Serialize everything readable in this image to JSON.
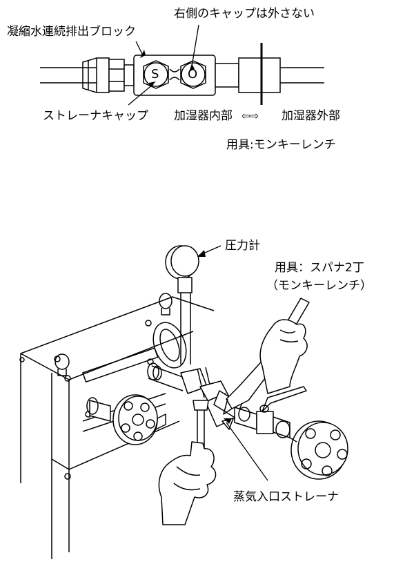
{
  "top_diagram": {
    "label_block": "凝縮水連続排出ブロック",
    "label_right_cap": "右側のキャップは外さない",
    "label_strainer_cap": "ストレーナキャップ",
    "label_inside": "加湿器内部",
    "label_arrow": "⇦⇨",
    "label_outside": "加湿器外部",
    "label_tool": "用具:モンキーレンチ",
    "cap_s_letter": "S",
    "cap_o_letter": "O"
  },
  "bottom_diagram": {
    "label_gauge": "圧力計",
    "label_tool_line1": "用具：スパナ2丁",
    "label_tool_line2": "（モンキーレンチ）",
    "label_strainer": "蒸気入口ストレーナ"
  }
}
